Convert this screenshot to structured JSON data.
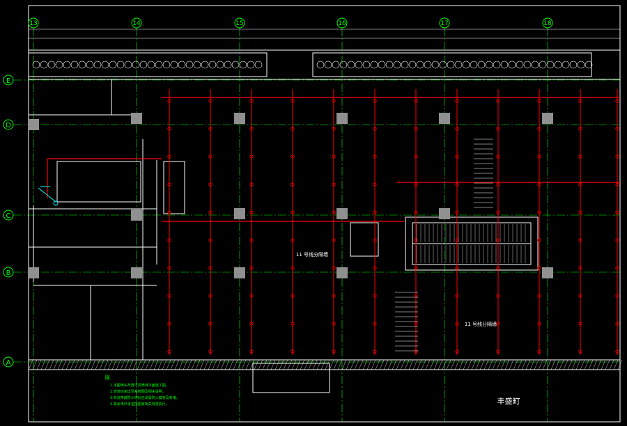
{
  "colors": {
    "background": "#000000",
    "wall": "#ffffff",
    "axis": "#00ff00",
    "pipe": "#ff0000",
    "detail": "#00ffff",
    "notes": "#00ff00",
    "column": "#909090"
  },
  "column_axes": [
    "13",
    "14",
    "15",
    "16",
    "17",
    "18"
  ],
  "row_axes": [
    "E",
    "D",
    "C",
    "B",
    "A"
  ],
  "zone_labels": [
    "11 号线分隔墙",
    "11 号线分隔墙"
  ],
  "street_label": "丰盛町",
  "notes": {
    "heading": "说",
    "lines": [
      "1.本图喷头布置详见喷淋平面施工图。",
      "2.管道标高详见系统图及相关说明。",
      "3.管道穿越防火墙处应设置防火套管及封堵。",
      "4.其余未尽事宜按国家相关规范执行。"
    ]
  }
}
